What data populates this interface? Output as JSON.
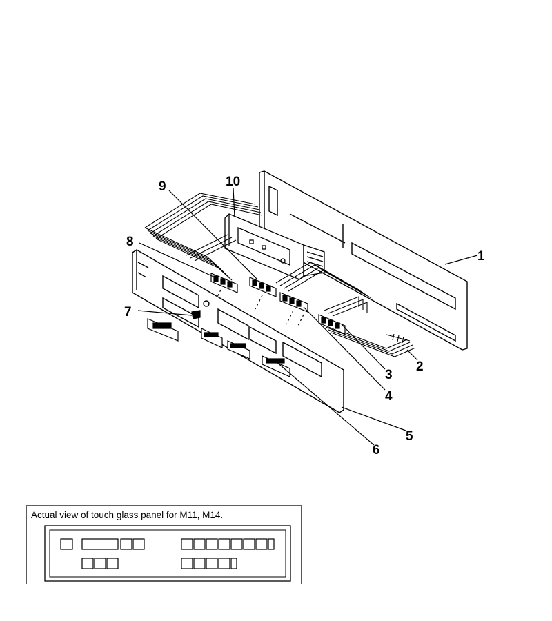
{
  "diagram": {
    "callouts": [
      "1",
      "2",
      "3",
      "4",
      "5",
      "6",
      "7",
      "8",
      "9",
      "10"
    ]
  },
  "inset": {
    "title": "Actual view of touch glass panel for M11, M14."
  }
}
